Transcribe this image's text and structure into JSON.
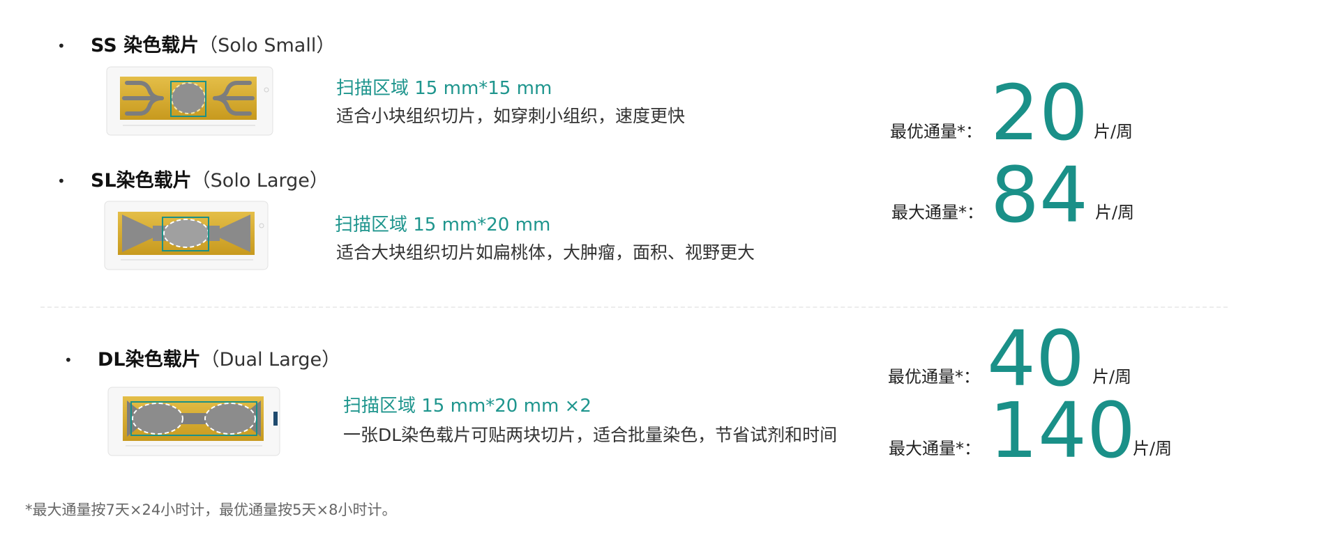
{
  "bullet_char": "•",
  "sections": [
    {
      "title_bold": "SS 染色载片",
      "title_sub": "（Solo Small）",
      "scan_area": "扫描区域 15 mm*15 mm",
      "description": "适合小块组织切片，如穿刺小组织，速度更快",
      "metrics": [
        {
          "label": "最优通量*：",
          "value": "20",
          "unit": "片/周"
        }
      ]
    },
    {
      "title_bold": "SL染色载片",
      "title_sub": "（Solo Large）",
      "scan_area": "扫描区域 15 mm*20 mm",
      "description": "适合大块组织切片如扁桃体，大肿瘤，面积、视野更大",
      "metrics": [
        {
          "label": "最大通量*：",
          "value": "84",
          "unit": "片/周"
        }
      ]
    },
    {
      "title_bold": "DL染色载片",
      "title_sub": "（Dual Large）",
      "scan_area": "扫描区域 15 mm*20 mm ×2",
      "description": "一张DL染色载片可贴两块切片，适合批量染色，节省试剂和时间",
      "metrics": [
        {
          "label": "最优通量*：",
          "value": "40",
          "unit": "片/周"
        },
        {
          "label": "最大通量*：",
          "value": "140",
          "unit": "片/周"
        }
      ]
    }
  ],
  "footnote": "*最大通量按7天×24小时计，最优通量按5天×8小时计。",
  "colors": {
    "teal": "#1a9088",
    "slide_gold": "#d6a92a",
    "tissue_gray": "#8f8f8f"
  }
}
